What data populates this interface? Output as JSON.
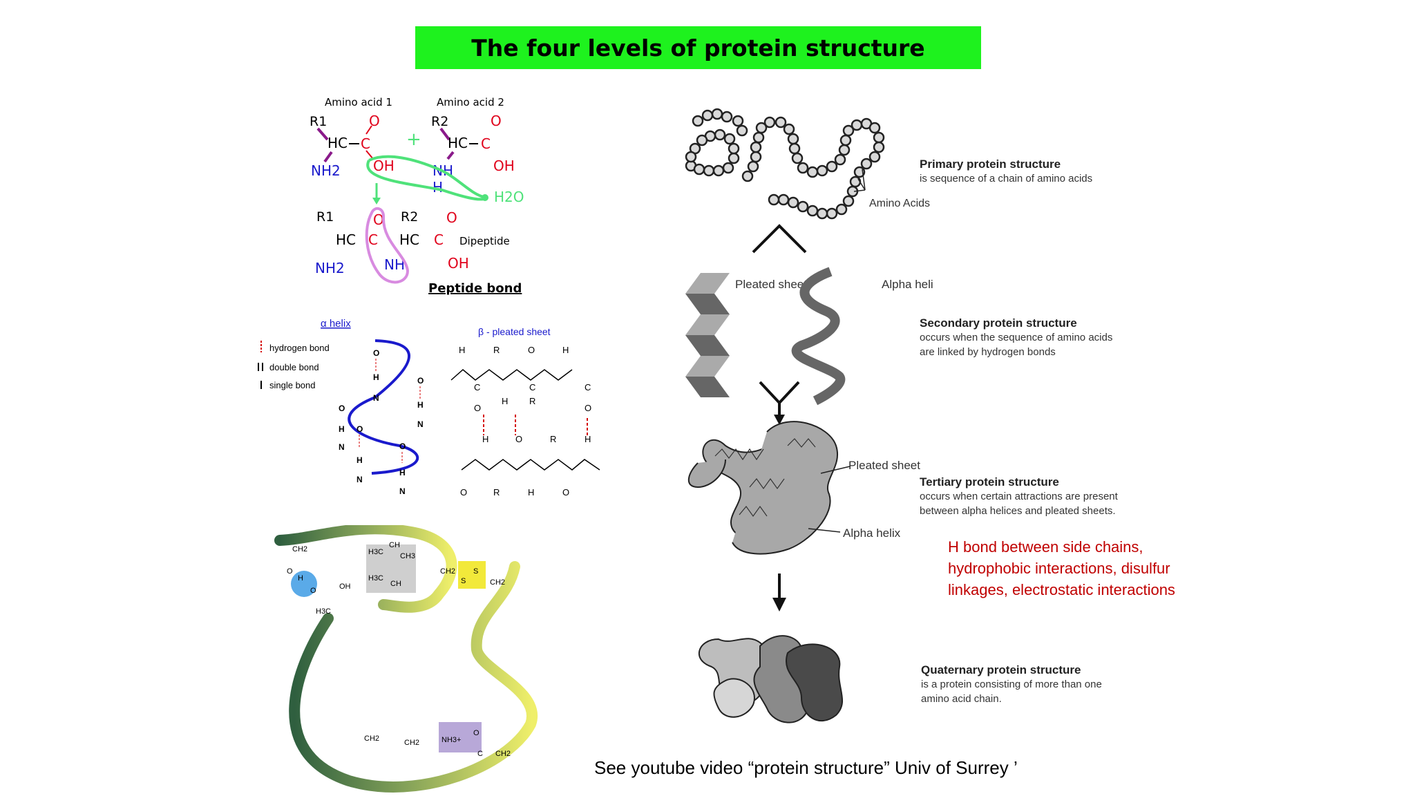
{
  "slide": {
    "title": "The four levels of protein structure",
    "footer": "See youtube video “protein structure” Univ of Surrey ’",
    "note": "H bond between side chains, hydrophobic interactions, disulfur linkages, electrostatic interactions"
  },
  "peptide": {
    "amino_acid_1": "Amino acid 1",
    "amino_acid_2": "Amino acid 2",
    "r1": "R1",
    "r2": "R2",
    "hc": "HC",
    "c": "C",
    "o": "O",
    "oh": "OH",
    "nh2": "NH2",
    "nh": "NH",
    "h": "H",
    "plus": "+",
    "water": "H2O",
    "dipeptide": "Dipeptide",
    "bond_label": "Peptide bond"
  },
  "helix_sheet": {
    "alpha_title": "α helix",
    "beta_title": "β - pleated sheet",
    "legend": [
      "hydrogen bond",
      "double bond",
      "single bond"
    ]
  },
  "tertiary_bonds": {
    "ch2": "CH2",
    "h3c": "H3C",
    "ch": "CH",
    "ch3": "CH3",
    "oh": "OH",
    "o": "O",
    "s": "S",
    "nh3": "NH3+",
    "c": "C",
    "h": "H"
  },
  "levels": {
    "primary": {
      "title": "Primary protein structure",
      "desc": "is sequence of a chain of amino acids",
      "label": "Amino Acids"
    },
    "secondary": {
      "title": "Secondary protein structure",
      "desc_1": "occurs when the sequence of amino acids",
      "desc_2": "are linked by hydrogen bonds",
      "pleated": "Pleated sheet",
      "helix": "Alpha helix"
    },
    "tertiary": {
      "title": "Tertiary protein structure",
      "desc_1": "occurs when certain attractions are present",
      "desc_2": "between alpha helices and pleated sheets.",
      "pleated": "Pleated sheet",
      "helix": "Alpha helix"
    },
    "quaternary": {
      "title": "Quaternary protein structure",
      "desc_1": "is a protein consisting of more than one",
      "desc_2": "amino acid chain."
    }
  },
  "colors": {
    "title_bg": "#1ef21e",
    "note": "#c00000",
    "carbonyl": "#e0001a",
    "amine": "#1a1acc",
    "bond": "#8a1a8a",
    "water": "#4fe27a",
    "helix": "#1a1acc",
    "hbond": "#d40000"
  }
}
